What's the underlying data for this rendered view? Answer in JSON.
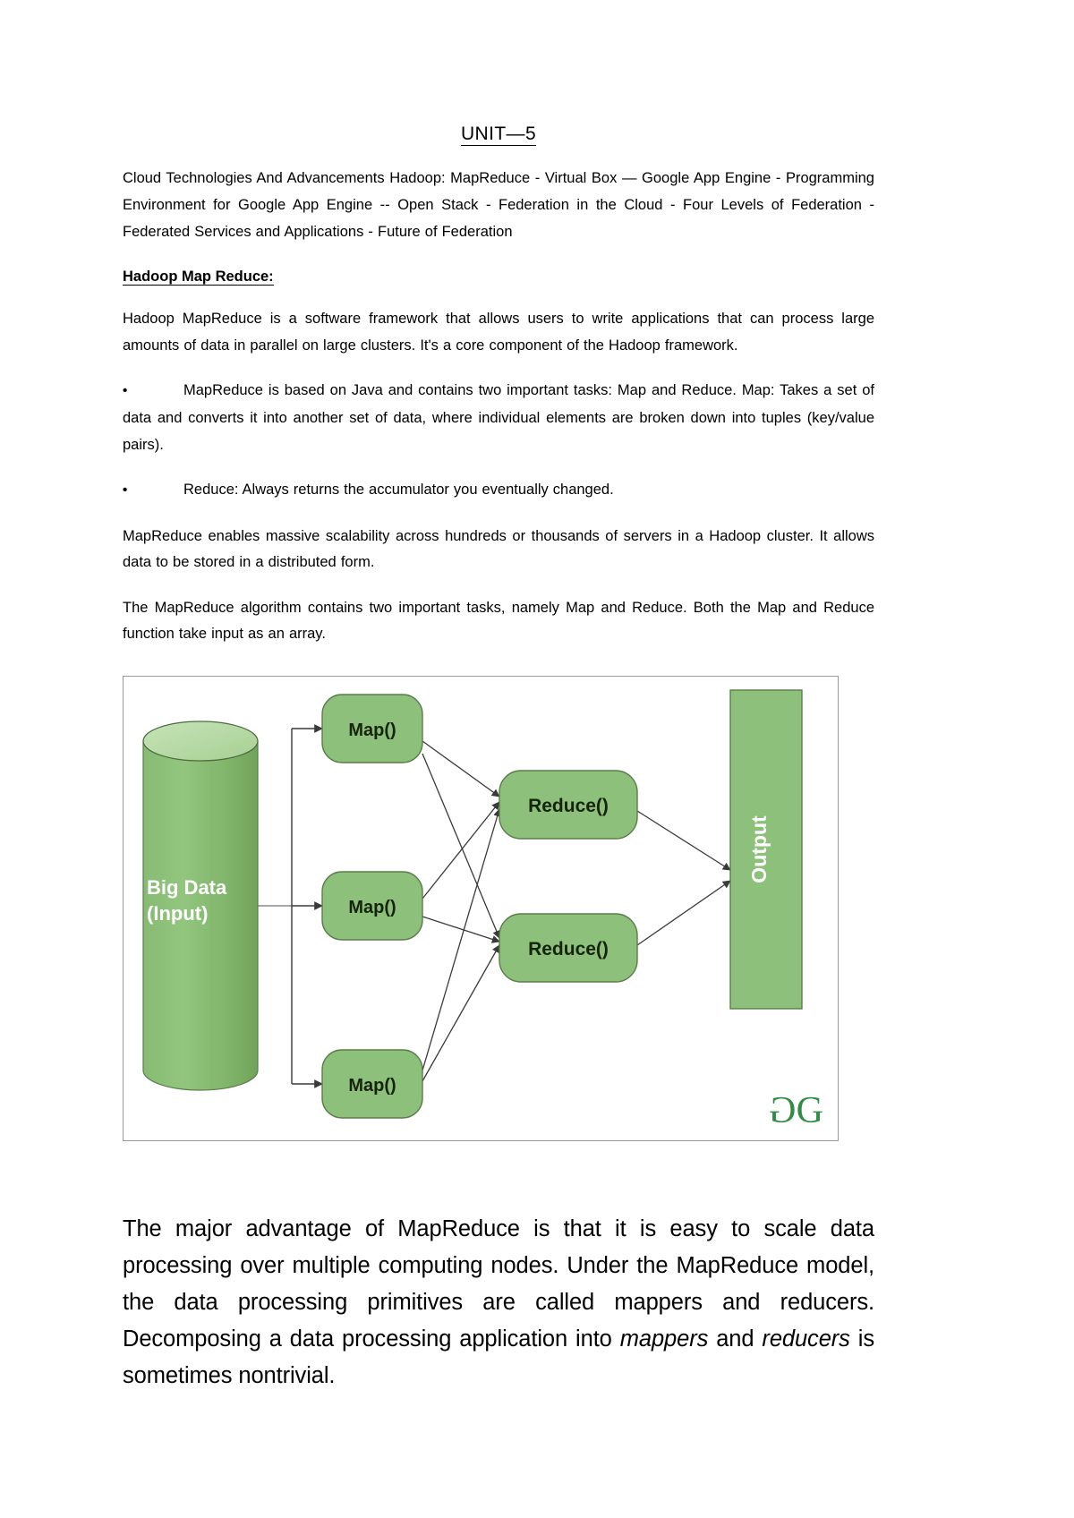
{
  "document": {
    "title": "UNIT—5",
    "syllabus": "Cloud Technologies And Advancements Hadoop: MapReduce - Virtual Box — Google App Engine - Programming Environment for Google App Engine -- Open Stack - Federation in the Cloud - Four Levels of Federation - Federated Services and Applications - Future of Federation",
    "section_heading": "Hadoop Map Reduce:",
    "paragraph_1": "Hadoop MapReduce is a software framework that allows users to write applications that can process large amounts of data in parallel on large clusters. It's a core component of the Hadoop framework.",
    "bullets": [
      {
        "glyph": "•",
        "text": "MapReduce is based on Java and contains two important tasks: Map and Reduce. Map: Takes a set of data and converts it into another set of data, where individual elements are broken down into tuples (key/value pairs)."
      },
      {
        "glyph": "•",
        "text": "Reduce: Always returns the accumulator you eventually changed."
      }
    ],
    "paragraph_2": "MapReduce enables massive scalability across hundreds or thousands of servers in a Hadoop cluster. It allows data to be stored in a distributed form.",
    "paragraph_3": "The MapReduce algorithm contains two important tasks, namely Map and Reduce. Both the Map and Reduce function take input as an array.",
    "closing": {
      "part_1": "The major advantage of MapReduce is that it is easy to scale data processing over multiple computing nodes. Under the MapReduce model, the data processing primitives are called mappers and reducers. Decomposing a data processing application into ",
      "emphasis_1": "mappers",
      "part_2": " and ",
      "emphasis_2": "reducers",
      "part_3": " is sometimes nontrivial."
    }
  },
  "diagram": {
    "input_label_line1": "Big Data",
    "input_label_line2": "(Input)",
    "map_nodes": [
      "Map()",
      "Map()",
      "Map()"
    ],
    "reduce_nodes": [
      "Reduce()",
      "Reduce()"
    ],
    "output_label": "Output",
    "watermark": "G",
    "watermark_flipped": "G",
    "colors": {
      "node_fill": "#8dc07a",
      "node_stroke": "#5a7d4a",
      "cylinder_fill": "#8dc07a",
      "cylinder_top": "#b7d9a6",
      "arrow": "#3a3a3a",
      "label_white": "#ffffff",
      "label_dark": "#1c2b14",
      "logo_green": "#2f8d46",
      "box_border": "#9a9a9a"
    }
  }
}
